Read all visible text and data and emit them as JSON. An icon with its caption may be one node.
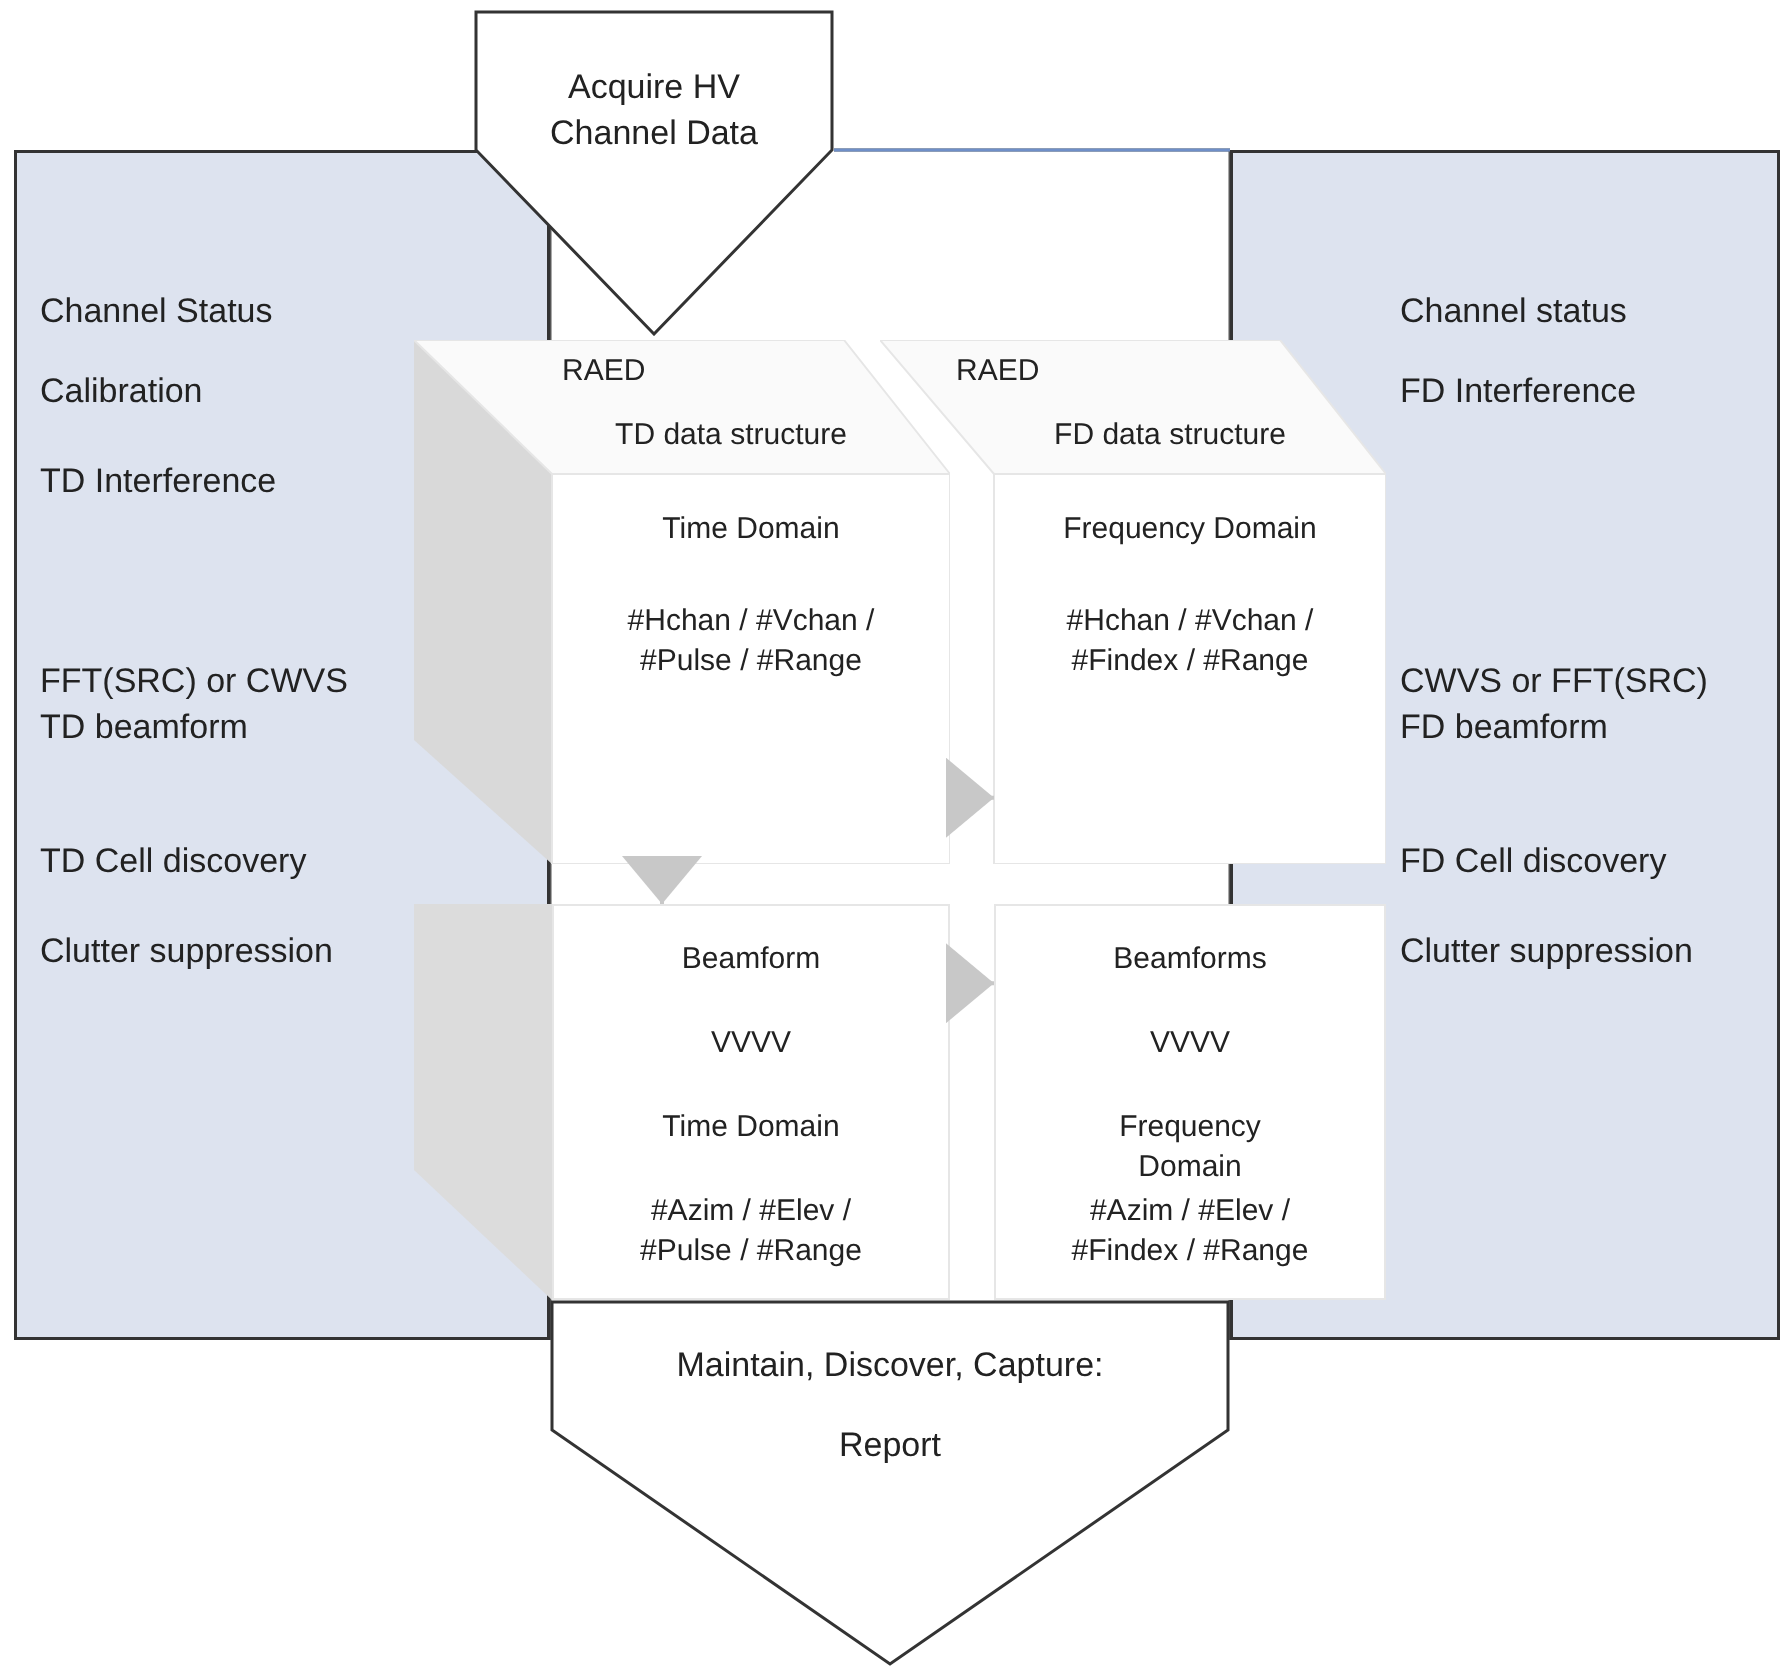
{
  "diagram": {
    "nodes": [
      {
        "text": [
          "Acquire HV Channel Data"
        ]
      },
      {
        "text": [
          "Channel Status",
          "Calibration",
          "TD Interference",
          "FFT(SRC) or CWVS TD beamform",
          "TD Cell discovery",
          "Clutter suppression"
        ]
      },
      {
        "text": [
          "RAED",
          "TD data structure",
          "Time Domain",
          "#Hchan / #Vchan / #Pulse / #Range"
        ]
      },
      {
        "text": [
          "RAED",
          "FD data structure",
          "Frequency Domain",
          "#Hchan / #Vchan / #Findex / #Range"
        ]
      },
      {
        "text": [
          "Channel status",
          "FD Interference",
          "CWVS or FFT(SRC) FD beamform",
          "FD Cell discovery",
          "Clutter suppression"
        ]
      },
      {
        "text": [
          "Beamform",
          "VVVV",
          "Time Domain",
          "#Azim / #Elev / #Pulse / #Range"
        ]
      },
      {
        "text": [
          "Beamforms",
          "VVVV",
          "Frequency Domain",
          "#Azim / #Elev / #Findex / #Range"
        ]
      },
      {
        "text": [
          "Maintain, Discover, Capture:",
          "Report"
        ]
      }
    ],
    "edges": [
      {
        "from": 2,
        "to": 3,
        "arrow": "to"
      },
      {
        "from": 2,
        "to": 5,
        "arrow": "to"
      },
      {
        "from": 5,
        "to": 6,
        "arrow": "to"
      }
    ]
  }
}
